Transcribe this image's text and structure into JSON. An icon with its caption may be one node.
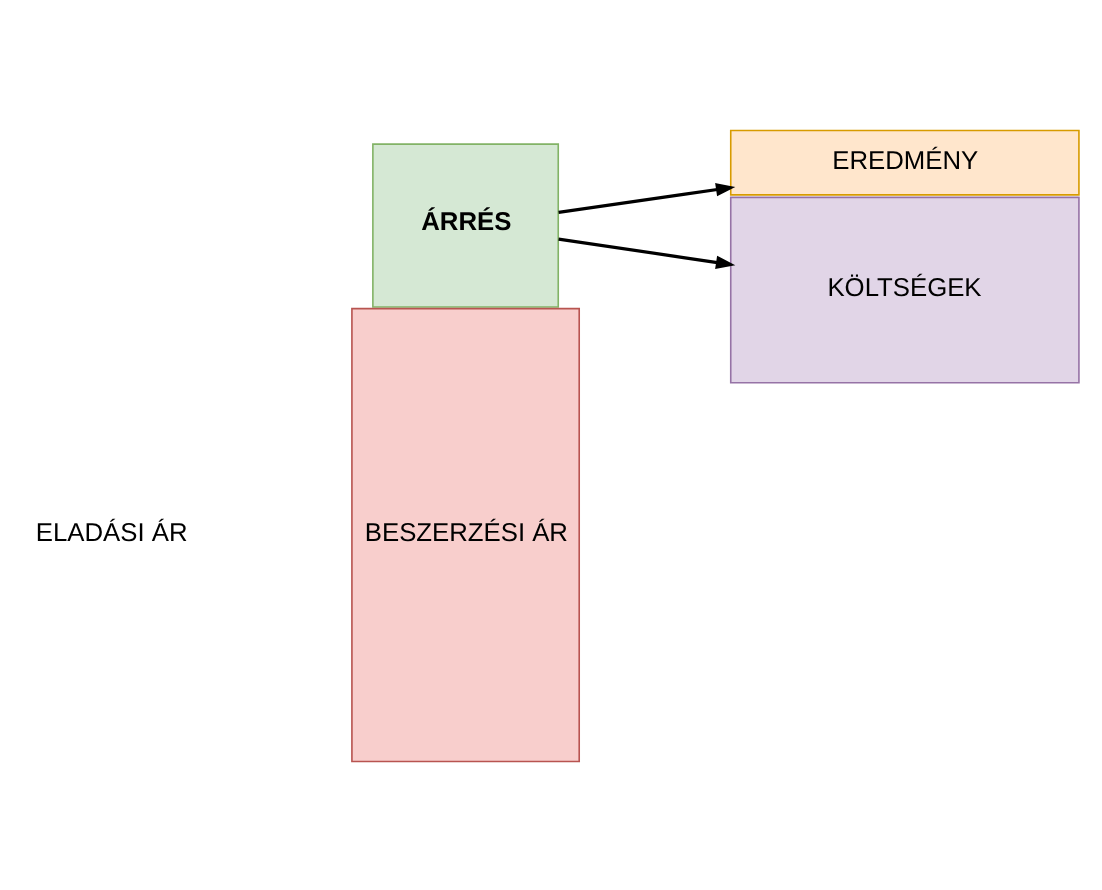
{
  "diagram": {
    "nodes": [
      {
        "text": [
          "ÁRRÉS"
        ]
      },
      {
        "text": [
          "BESZERZÉSI ÁR"
        ]
      },
      {
        "text": [
          "EREDMÉNY"
        ]
      },
      {
        "text": [
          "KÖLTSÉGEK"
        ]
      }
    ],
    "edges": [
      {
        "from": 0,
        "to": 2,
        "arrow": "to"
      },
      {
        "from": 0,
        "to": 3,
        "arrow": "to"
      }
    ],
    "labels": [
      "ELADÁSI ÁR"
    ]
  }
}
